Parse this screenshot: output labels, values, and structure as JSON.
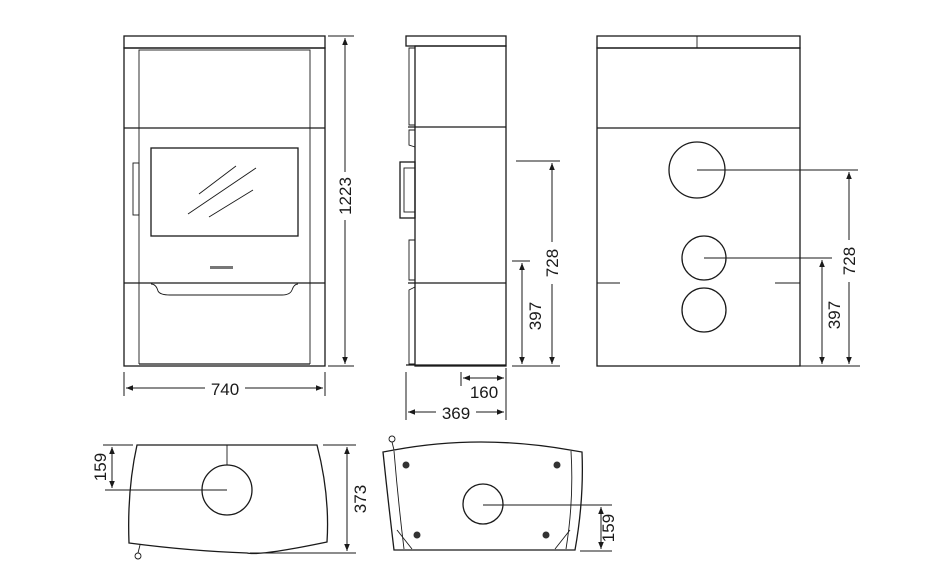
{
  "drawing": {
    "front_view": {
      "width_label": "740",
      "height_label": "1223"
    },
    "side_view": {
      "depth_label": "369",
      "outlet_offset_label": "160",
      "upper_outlet_height_label": "728",
      "lower_outlet_height_label": "397"
    },
    "rear_view": {
      "upper_outlet_height_label": "728",
      "lower_outlet_height_label": "397"
    },
    "top_view": {
      "outlet_offset_label": "159",
      "depth_label": "373"
    },
    "bottom_view": {
      "inlet_offset_label": "159"
    },
    "colors": {
      "line": "#1a1a1a",
      "background": "#ffffff"
    }
  }
}
